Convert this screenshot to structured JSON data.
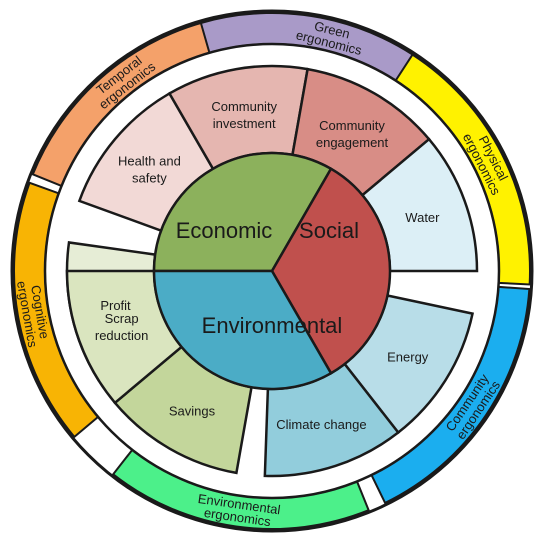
{
  "outer_ring": [
    {
      "id": "cognitive",
      "lines": [
        "Cognitive",
        "ergonomics"
      ],
      "color": "#F8B404"
    },
    {
      "id": "temporal",
      "lines": [
        "Temporal",
        "ergonomics"
      ],
      "color": "#F4A16A"
    },
    {
      "id": "green",
      "lines": [
        "Green",
        "ergonomics"
      ],
      "color": "#A99AC8"
    },
    {
      "id": "physical",
      "lines": [
        "Physical",
        "ergonomics"
      ],
      "color": "#FFF200"
    },
    {
      "id": "community",
      "lines": [
        "Community",
        "ergonomics"
      ],
      "color": "#1BAEEF"
    },
    {
      "id": "environmental",
      "lines": [
        "Environmental",
        "ergonomics"
      ],
      "color": "#4CF08A"
    }
  ],
  "middle_ring": [
    {
      "id": "profit",
      "lines": [
        "Profit"
      ],
      "color": "#E6EDD6"
    },
    {
      "id": "health-and-safety",
      "lines": [
        "Health and",
        "safety"
      ],
      "color": "#F2D9D6"
    },
    {
      "id": "community-investment",
      "lines": [
        "Community",
        "investment"
      ],
      "color": "#E5B6B0"
    },
    {
      "id": "community-engagement",
      "lines": [
        "Community",
        "engagement"
      ],
      "color": "#D88D86"
    },
    {
      "id": "water",
      "lines": [
        "Water"
      ],
      "color": "#DCEFF6"
    },
    {
      "id": "energy",
      "lines": [
        "Energy"
      ],
      "color": "#B8DDE8"
    },
    {
      "id": "climate-change",
      "lines": [
        "Climate change"
      ],
      "color": "#92CDDC"
    },
    {
      "id": "savings",
      "lines": [
        "Savings"
      ],
      "color": "#C3D69B"
    },
    {
      "id": "scrap-reduction",
      "lines": [
        "Scrap",
        "reduction"
      ],
      "color": "#DAE5BF"
    }
  ],
  "core": [
    {
      "id": "economic",
      "label": "Economic",
      "color": "#8CB15C"
    },
    {
      "id": "social",
      "label": "Social",
      "color": "#C0504D"
    },
    {
      "id": "environmental",
      "label": "Environmental",
      "color": "#4BACC6"
    }
  ]
}
